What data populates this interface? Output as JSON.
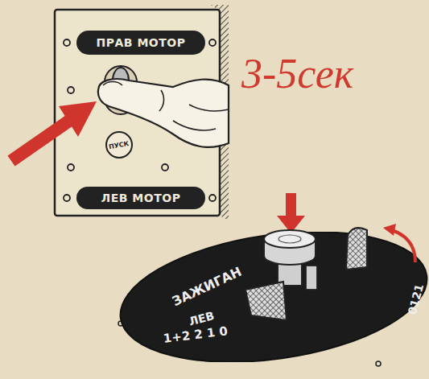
{
  "diagram": {
    "nodes": [
      {
        "text": [
          "ПРАВ МОТОР"
        ]
      },
      {
        "text": [
          "ПУСК"
        ]
      },
      {
        "text": [
          "ЛЕВ МОТОР"
        ]
      },
      {
        "text": [
          "ЗАЖИГАН",
          "ЛЕВ",
          "1+2 2 1 0",
          "0121"
        ]
      }
    ],
    "labels": [
      "3-5сек"
    ]
  }
}
